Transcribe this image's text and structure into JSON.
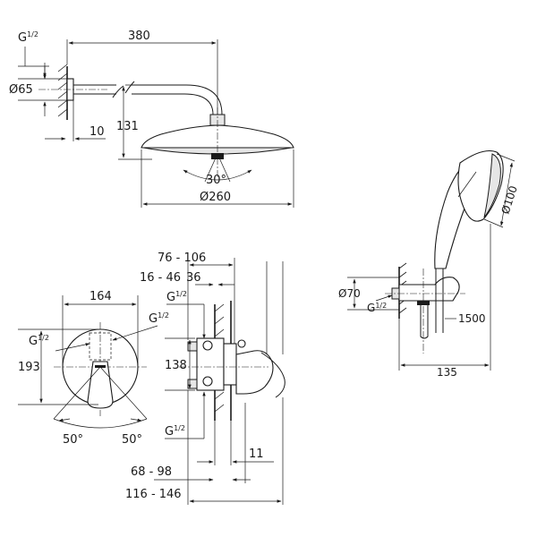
{
  "shower_head": {
    "thread_g": "G",
    "thread_frac": "1/2",
    "arm_length": "380",
    "flange_diameter": "Ø65",
    "height": "131",
    "wall_offset": "10",
    "spray_angle": "30°",
    "head_diameter": "Ø260"
  },
  "hand_shower": {
    "head_diameter": "Ø100",
    "outlet_diameter": "Ø70",
    "thread_g": "G",
    "thread_frac": "1/2",
    "hose_length": "1500",
    "projection": "135"
  },
  "mixer_front": {
    "plate_width": "164",
    "plate_height": "193",
    "thread_left_g": "G",
    "thread_left_frac": "1/2",
    "thread_right_g": "G",
    "thread_right_frac": "1/2",
    "angle_left": "50°",
    "angle_right": "50°"
  },
  "mixer_side": {
    "depth_range_1": "76 - 106",
    "depth_range_2": "16 - 46",
    "depth_fixed": "36",
    "thread_top_g": "G",
    "thread_top_frac": "1/2",
    "body_height": "138",
    "thread_bottom_g": "G",
    "thread_bottom_frac": "1/2",
    "wall_gap": "11",
    "depth_range_3": "68 - 98",
    "depth_range_4": "116 - 146"
  }
}
